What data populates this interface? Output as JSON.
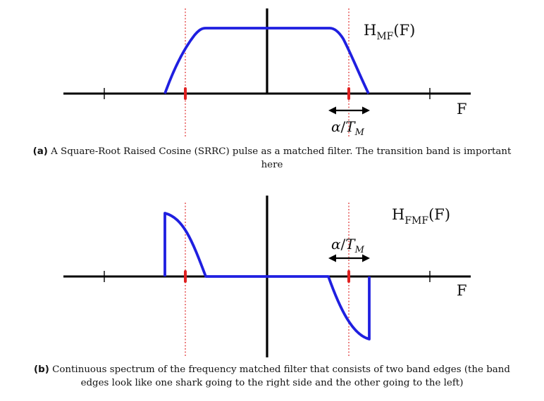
{
  "panel_a": {
    "function_label": {
      "base": "H",
      "sub": "MF",
      "arg": "(F)"
    },
    "axis_label": "F",
    "bandwidth_label": {
      "alpha": "α",
      "slash": "/",
      "T": "T",
      "sub": "M"
    },
    "caption": {
      "tag": "(a)",
      "text": "A Square-Root Raised Cosine (SRRC) pulse as a matched filter. The transition band is important here"
    }
  },
  "panel_b": {
    "function_label": {
      "base": "H",
      "sub": "FMF",
      "arg": "(F)"
    },
    "axis_label": "F",
    "bandwidth_label": {
      "alpha": "α",
      "slash": "/",
      "T": "T",
      "sub": "M"
    },
    "caption": {
      "tag": "(b)",
      "text": "Continuous spectrum of the frequency matched filter that consists of two band edges (the band edges look like one shark going to the right side and the other going to the left)"
    }
  },
  "colors": {
    "curve": "#1f1fe0",
    "band_edge_marker": "#e02020",
    "axes": "#000000"
  }
}
